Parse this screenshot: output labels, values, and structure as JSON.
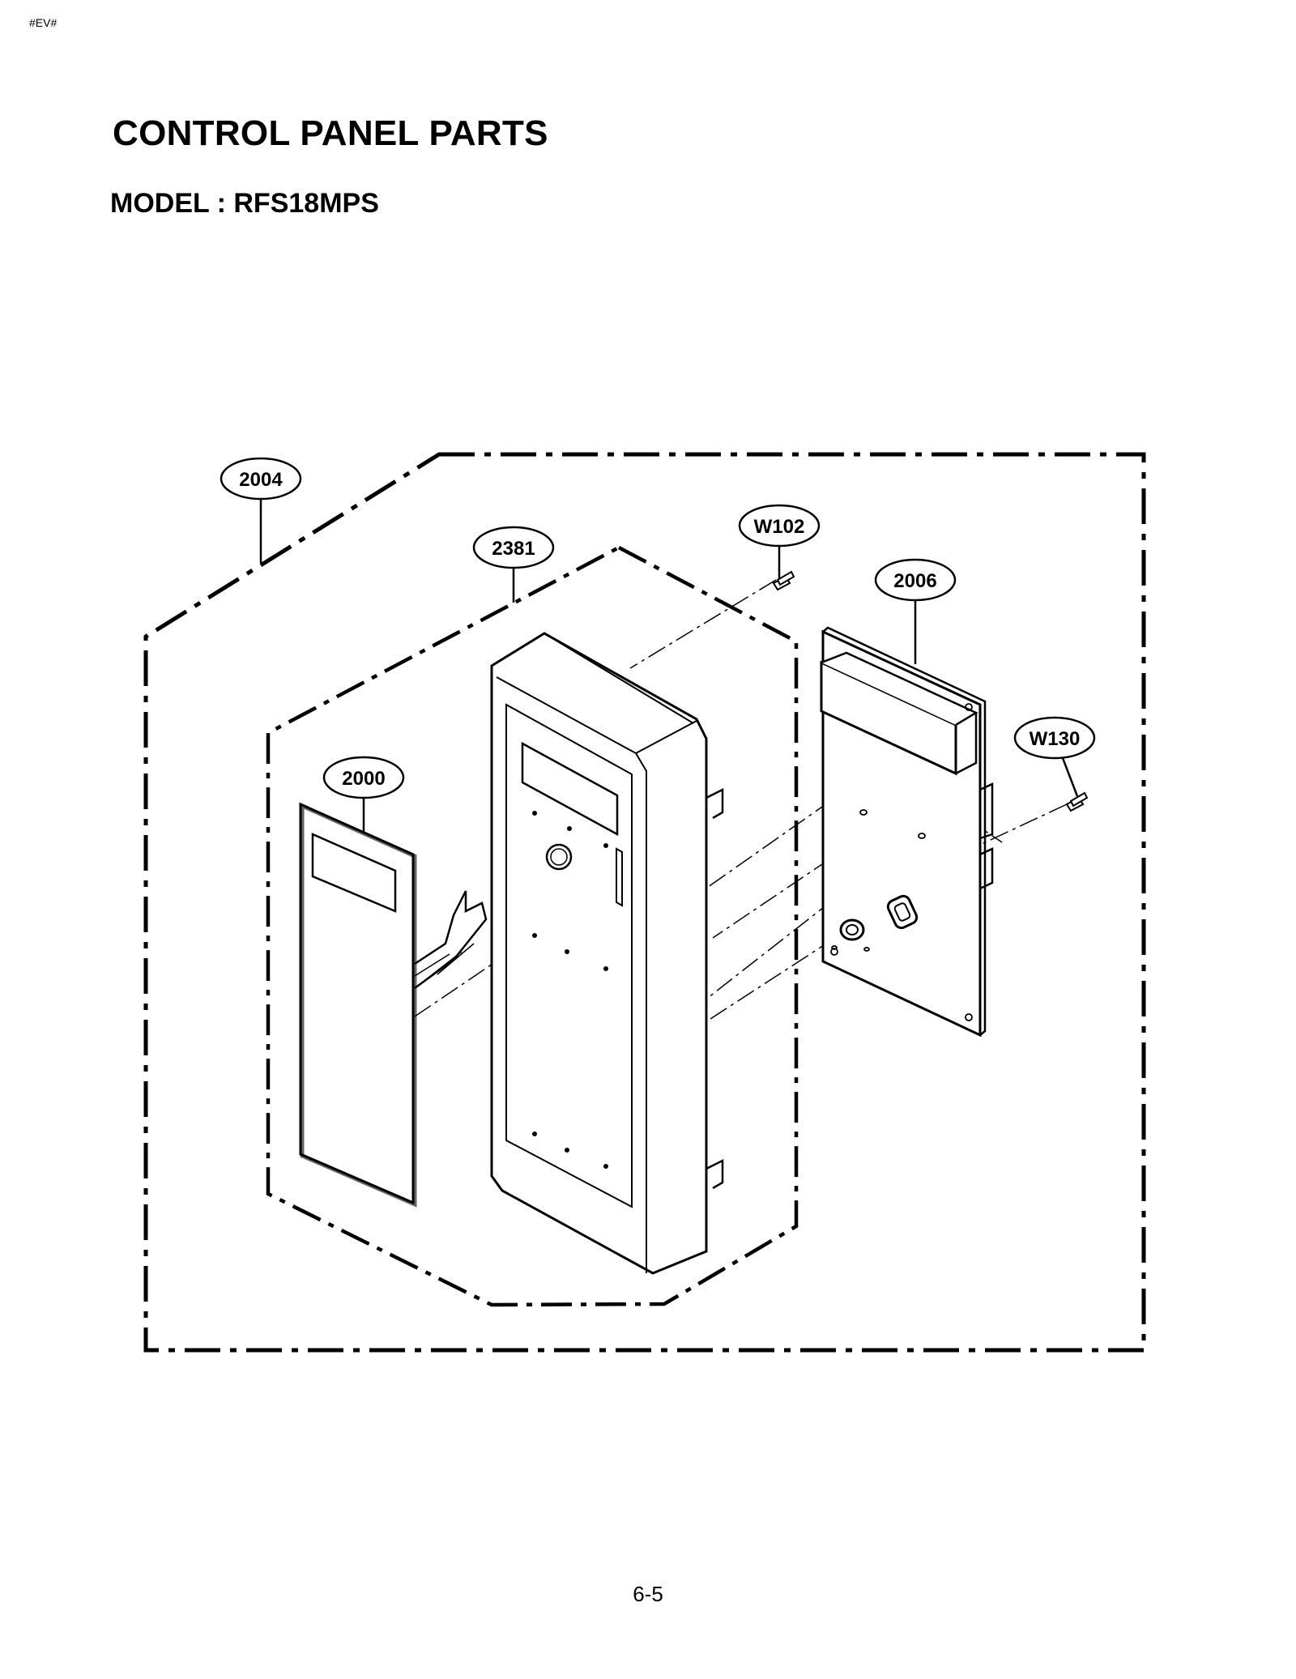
{
  "header": {
    "tag": "#EV#",
    "title": "CONTROL PANEL PARTS",
    "model": "MODEL : RFS18MPS"
  },
  "callouts": [
    {
      "id": "c2004",
      "label": "2004"
    },
    {
      "id": "c2381",
      "label": "2381"
    },
    {
      "id": "cW102",
      "label": "W102"
    },
    {
      "id": "c2006",
      "label": "2006"
    },
    {
      "id": "cW130",
      "label": "W130"
    },
    {
      "id": "c2000",
      "label": "2000"
    }
  ],
  "footer": {
    "page_number": "6-5"
  }
}
